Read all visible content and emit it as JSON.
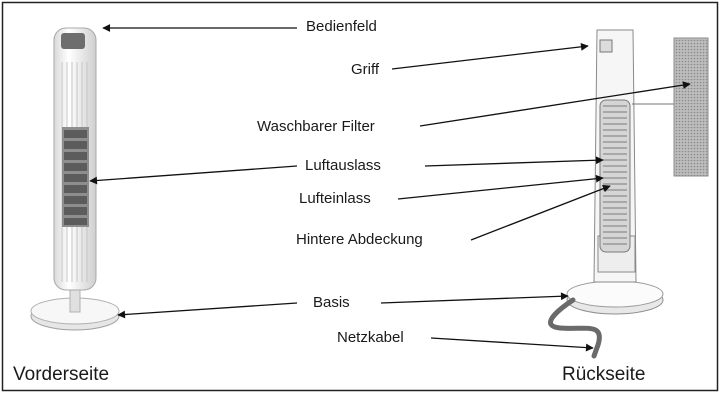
{
  "labels": {
    "control_panel": "Bedienfeld",
    "handle": "Griff",
    "washable_filter": "Waschbarer Filter",
    "air_outlet": "Luftauslass",
    "air_inlet": "Lufteinlass",
    "rear_cover": "Hintere Abdeckung",
    "base": "Basis",
    "power_cord": "Netzkabel"
  },
  "captions": {
    "front": "Vorderseite",
    "back": "Rückseite"
  }
}
